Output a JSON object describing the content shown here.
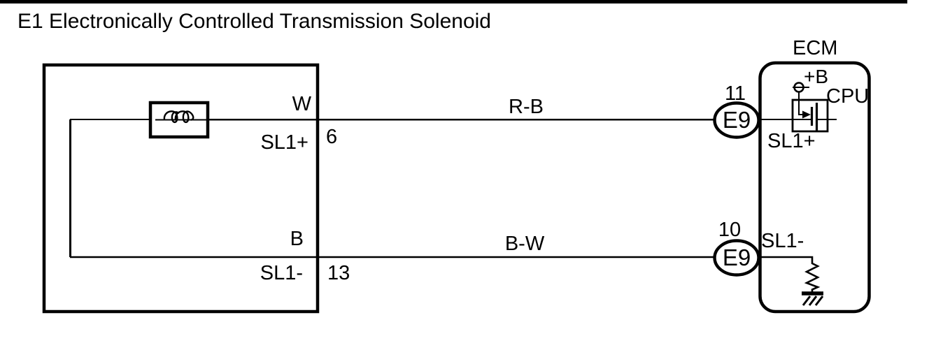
{
  "title": "E1 Electronically Controlled Transmission Solenoid",
  "solenoid_box": {
    "upper_terminal": {
      "wire_color": "W",
      "label": "SL1+",
      "pin": "6"
    },
    "lower_terminal": {
      "wire_color": "B",
      "label": "SL1-",
      "pin": "13"
    },
    "coil_icon": "solenoid-coil"
  },
  "harness": {
    "upper_wire_label": "R-B",
    "lower_wire_label": "B-W"
  },
  "ecm": {
    "label": "ECM",
    "upper_connector": {
      "pin": "11",
      "code": "E9",
      "terminal": "SL1+"
    },
    "lower_connector": {
      "pin": "10",
      "code": "E9",
      "terminal": "SL1-"
    },
    "power_terminal": "+B",
    "cpu_label": "CPU"
  },
  "colors": {
    "line": "#000000",
    "background": "#ffffff"
  }
}
